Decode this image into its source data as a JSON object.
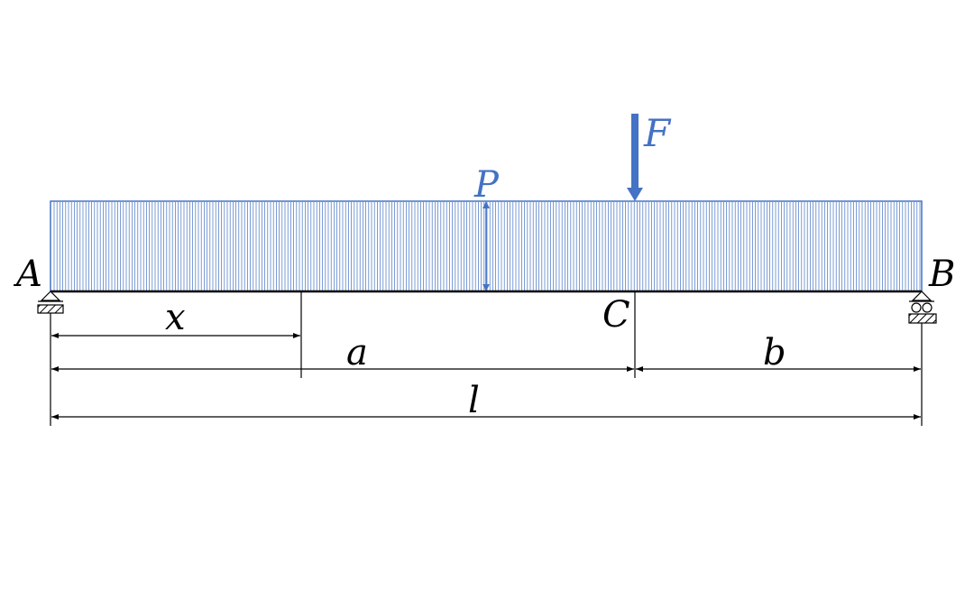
{
  "labels": {
    "point_a": "A",
    "point_b": "B",
    "point_c": "C",
    "load_p": "P",
    "force_f": "F",
    "dim_x": "x",
    "dim_a": "a",
    "dim_b": "b",
    "dim_l": "l"
  },
  "colors": {
    "load": "#4472c4",
    "line": "#000000"
  }
}
